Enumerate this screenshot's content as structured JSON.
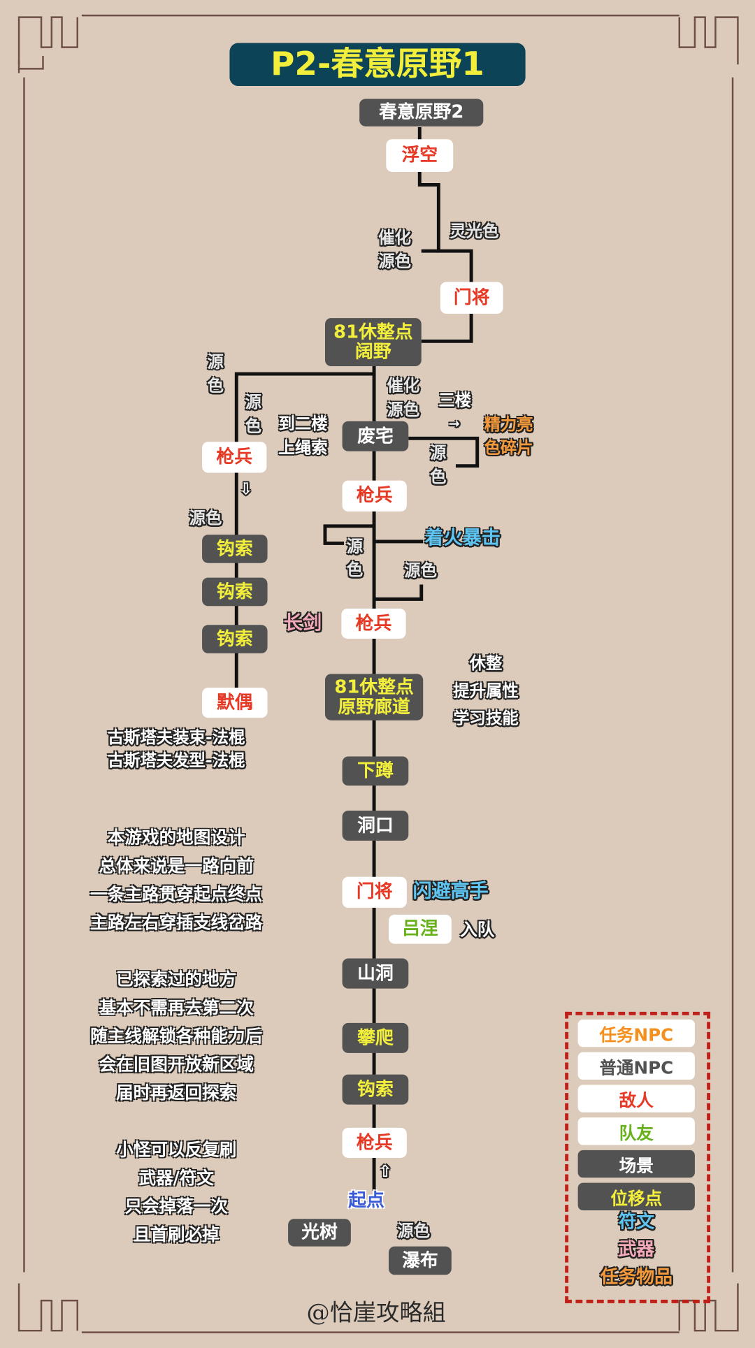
{
  "title": "P2-春意原野1",
  "nodes": {
    "area2": "春意原野2",
    "float": "浮空",
    "gate1": "门将",
    "rest1_a": "81休整点",
    "rest1_b": "阔野",
    "lance_left": "枪兵",
    "hook1": "钩索",
    "hook2": "钩索",
    "hook3": "钩索",
    "puppet": "默偶",
    "ruin": "废宅",
    "lance2": "枪兵",
    "lance3": "枪兵",
    "rest2_a": "81休整点",
    "rest2_b": "原野廊道",
    "crouch": "下蹲",
    "cave_mouth": "洞口",
    "gate2": "门将",
    "lvnie": "吕涅",
    "cave": "山洞",
    "climb": "攀爬",
    "hook4": "钩索",
    "lance4": "枪兵",
    "start": "起点",
    "light_tree": "光树",
    "waterfall": "瀑布"
  },
  "labels": {
    "lingguang": "灵光色",
    "cuihua1_a": "催化",
    "cuihua1_b": "源色",
    "yuanse_v1_a": "源",
    "yuanse_v1_b": "色",
    "yuanse_v2_a": "源",
    "yuanse_v2_b": "色",
    "arrow_down": "⇩",
    "yuanse_l": "源色",
    "outfit1": "古斯塔夫装束-法棍",
    "outfit2": "古斯塔夫发型-法棍",
    "floor2_a": "到二楼",
    "floor2_b": "上绳索",
    "cuihua2_a": "催化",
    "cuihua2_b": "源色",
    "floor3": "三楼",
    "arrow_right": "→",
    "shard_a": "精力亮",
    "shard_b": "色碎片",
    "yuanse_v3_a": "源",
    "yuanse_v3_b": "色",
    "rune_fire": "着火暴击",
    "yuanse_v4_a": "源",
    "yuanse_v4_b": "色",
    "yuanse_h": "源色",
    "sword": "长剑",
    "rest_info": [
      "休整",
      "提升属性",
      "学习技能"
    ],
    "rune_dodge": "闪避高手",
    "join": "入队",
    "arrow_up": "⇧",
    "yuanse_fall": "源色"
  },
  "notes": [
    [
      "本游戏的地图设计",
      "总体来说是一路向前",
      "一条主路贯穿起点终点",
      "主路左右穿插支线岔路"
    ],
    [
      "已探索过的地方",
      "基本不需再去第二次",
      "随主线解锁各种能力后",
      "会在旧图开放新区域",
      "届时再返回探索"
    ],
    [
      "小怪可以反复刷",
      "武器/符文",
      "只会掉落一次",
      "且首刷必掉"
    ]
  ],
  "legend": [
    "任务NPC",
    "普通NPC",
    "敌人",
    "队友",
    "场景",
    "位移点",
    "符文",
    "武器",
    "任务物品"
  ],
  "signature": "@恰崖攻略組",
  "colors": {
    "background": "#dccbba",
    "title_bg": "#0d4356",
    "title_text": "#f2ee3c",
    "enemy": "#e63a26",
    "scene": "#525252",
    "rune": "#5ec4f2",
    "weapon": "#f4a9b8",
    "quest_item": "#f59a3c",
    "ally": "#67b21c",
    "legend_border": "#c0201a"
  }
}
